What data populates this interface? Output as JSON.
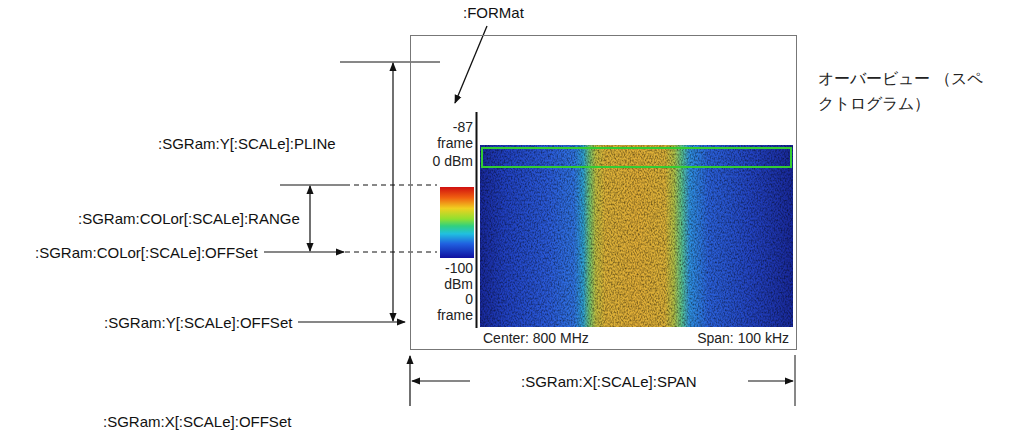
{
  "diagram": {
    "nodes": [
      {
        "text": [
          "-87 frame",
          "0 dBm",
          "-100 dBm",
          "0 frame",
          "Center: 800 MHz",
          "Span: 100 kHz"
        ]
      }
    ],
    "labels": [
      ":FORMat",
      "オーバービュー （スペクトログラム）",
      ":SGRam:Y[:SCALe]:PLINe",
      ":SGRam:COLor[:SCALe]:RANGe",
      ":SGRam:COLor[:SCALe]:OFFSet",
      ":SGRam:Y[:SCALe]:OFFSet",
      ":SGRam:X[:SCALe]:SPAN",
      ":SGRam:X[:SCALe]:OFFSet"
    ]
  }
}
